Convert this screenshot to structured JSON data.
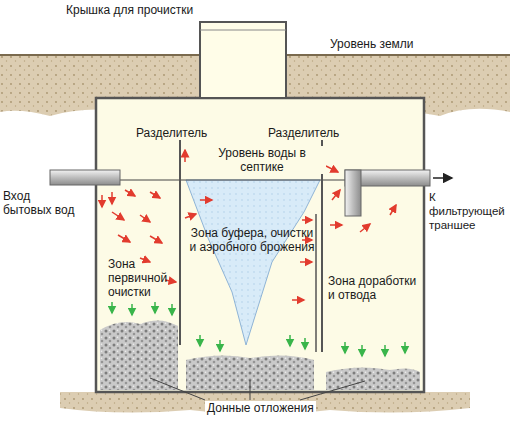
{
  "diagram": {
    "labels": [
      "Крышка для прочистки",
      "Уровень земли",
      "Разделитель",
      "Разделитель",
      "Уровень воды в септике",
      "Вход бытовых вод",
      "К фильтрующей траншее",
      "Зона первичной очистки",
      "Зона буфера, очистки и аэробного брожения",
      "Зона доработки и отвода",
      "Донные отложения"
    ]
  }
}
